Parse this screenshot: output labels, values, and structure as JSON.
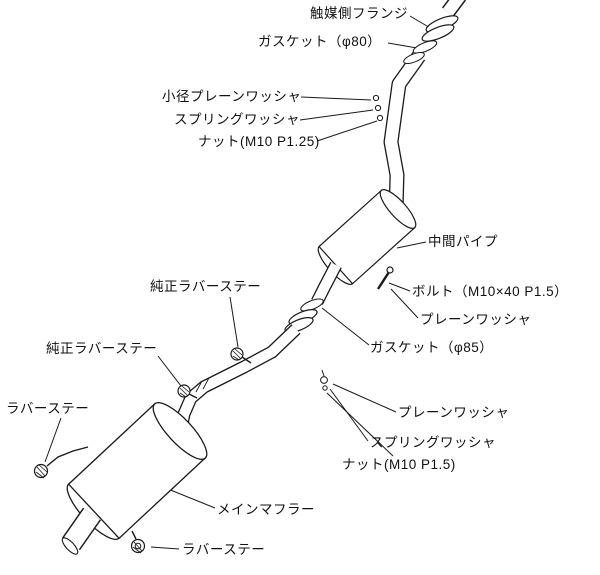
{
  "diagram_title": "exhaust-system-parts-diagram",
  "labels": {
    "catalyst_flange": "触媒側フランジ",
    "gasket_80": "ガスケット（φ80）",
    "small_plain_washer": "小径プレーンワッシャ",
    "spring_washer_top": "スプリングワッシャ",
    "nut_m10_p125": "ナット(M10 P1.25)",
    "center_pipe": "中間パイプ",
    "bolt_m10x40": "ボルト（M10×40 P1.5）",
    "plain_washer_mid": "プレーンワッシャ",
    "gasket_85": "ガスケット（φ85）",
    "oem_rubber_stay_1": "純正ラバーステー",
    "oem_rubber_stay_2": "純正ラバーステー",
    "rubber_stay_left": "ラバーステー",
    "plain_washer_lower": "プレーンワッシャ",
    "spring_washer_lower": "スプリングワッシャ",
    "nut_m10_p15": "ナット(M10 P1.5)",
    "main_muffler": "メインマフラー",
    "rubber_stay_bottom": "ラバーステー"
  }
}
